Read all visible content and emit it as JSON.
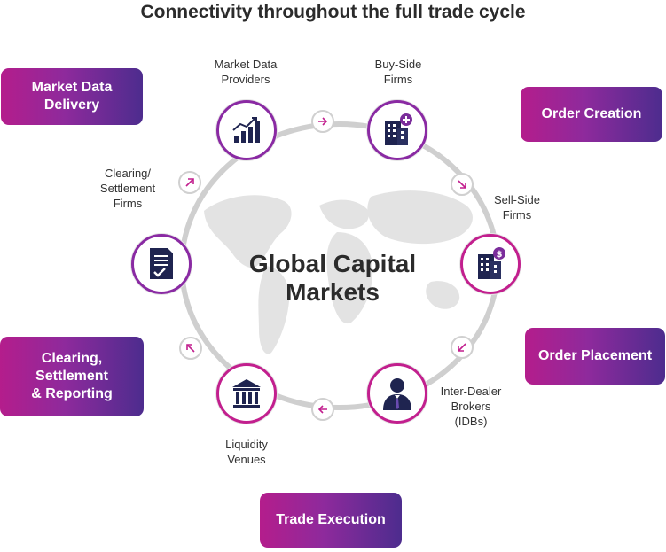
{
  "title": "Connectivity throughout the full trade cycle",
  "center_label": "Global Capital\nMarkets",
  "stages": {
    "market_data_delivery": "Market Data Delivery",
    "order_creation": "Order Creation",
    "order_placement": "Order Placement",
    "clearing_settlement_reporting": "Clearing, Settlement\n& Reporting",
    "trade_execution": "Trade Execution"
  },
  "participants": {
    "market_data_providers": "Market Data\nProviders",
    "buy_side_firms": "Buy-Side\nFirms",
    "sell_side_firms": "Sell-Side\nFirms",
    "inter_dealer_brokers": "Inter-Dealer\nBrokers\n(IDBs)",
    "liquidity_venues": "Liquidity\nVenues",
    "clearing_settlement_firms": "Clearing/\nSettlement\nFirms"
  },
  "colors": {
    "accent_pink": "#c21f8e",
    "accent_purple": "#4d2c8e",
    "ring_gray": "#cfcfcf",
    "icon_navy": "#1f2450"
  },
  "icons": {
    "market_data_providers": "bar-chart-icon",
    "buy_side_firms": "building-plus-icon",
    "sell_side_firms": "building-dollar-icon",
    "inter_dealer_brokers": "businessman-icon",
    "liquidity_venues": "bank-icon",
    "clearing_settlement_firms": "document-check-icon"
  }
}
